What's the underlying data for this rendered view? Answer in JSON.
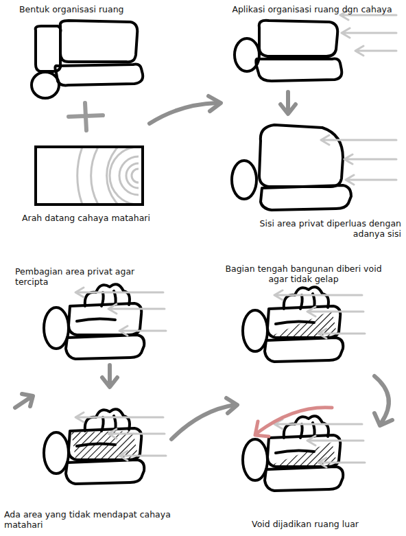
{
  "diagram": {
    "nodes": [
      {
        "text": [
          "Arah datang cahaya matahari"
        ]
      }
    ],
    "labels": [
      "Bentuk organisasi ruang",
      "Aplikasi organisasi ruang dgn cahaya",
      "Sisi area privat diperluas dengan adanya sisi",
      "Pembagian area privat agar tercipta",
      "Bagian tengah bangunan diberi void agar tidak gelap",
      "Ada area yang tidak mendapat cahaya matahari",
      "Void dijadikan ruang luar"
    ]
  }
}
